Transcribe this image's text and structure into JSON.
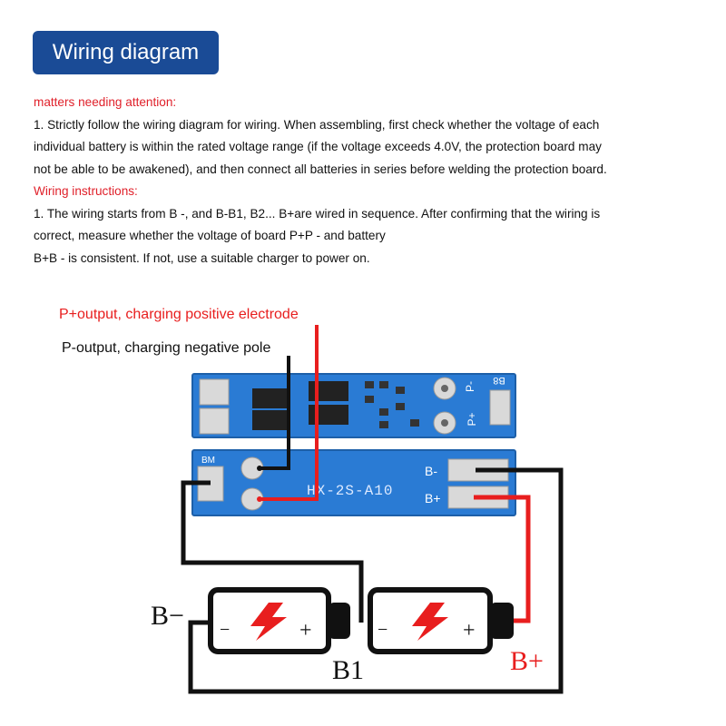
{
  "header": {
    "title": "Wiring diagram"
  },
  "notes": {
    "attention_heading": "matters needing attention:",
    "attention_lines": [
      "1. Strictly follow the wiring diagram for wiring. When assembling, first check whether the voltage of each",
      "individual battery is within the rated voltage range (if the voltage exceeds 4.0V, the protection board may",
      "not be able to be awakened), and then connect all batteries in series before welding the protection board."
    ],
    "instructions_heading": "Wiring instructions:",
    "instruction_lines": [
      "1. The wiring starts from B -, and B-B1, B2... B+are wired in sequence. After confirming that the wiring is",
      "correct, measure whether the voltage of board P+P - and battery",
      "B+B - is consistent. If not, use a suitable charger to power on."
    ]
  },
  "diagram": {
    "p_plus_label": "P+output, charging positive electrode",
    "p_minus_label": "P-output, charging negative pole",
    "board_model": "HX-2S-A10",
    "board_bm": "BM",
    "board_b_minus": "B-",
    "board_b_plus": "B+",
    "top_p_minus": "P-",
    "top_p_plus": "P+",
    "top_b8": "B8",
    "terminal_b_minus": "B−",
    "terminal_b1": "B1",
    "terminal_b_plus": "B+",
    "cell_minus_sign": "−",
    "cell_plus_sign": "+",
    "colors": {
      "red_wire": "#e81e1e",
      "black_wire": "#111111",
      "pcb_blue": "#2a7bd4",
      "title_blue": "#1a4b96",
      "heading_red": "#e0202a"
    }
  }
}
